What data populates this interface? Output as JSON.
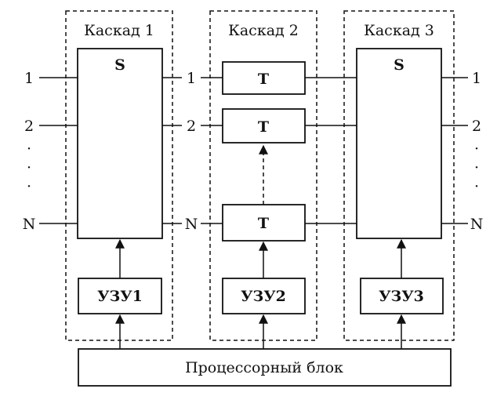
{
  "cascades": [
    {
      "title": "Каскад 1",
      "switch_label": "S",
      "memory_label": "УЗУ1"
    },
    {
      "title": "Каскад 2",
      "switch_label": "T",
      "memory_label": "УЗУ2"
    },
    {
      "title": "Каскад 3",
      "switch_label": "S",
      "memory_label": "УЗУ3"
    }
  ],
  "t_blocks": [
    "T",
    "T",
    "T"
  ],
  "inputs": [
    "1",
    "2",
    "N"
  ],
  "middle_ports": [
    "1",
    "2",
    "N"
  ],
  "outputs": [
    "1",
    "2",
    "N"
  ],
  "dots": [
    "·",
    "·",
    "·"
  ],
  "processor_label": "Процессорный блок"
}
